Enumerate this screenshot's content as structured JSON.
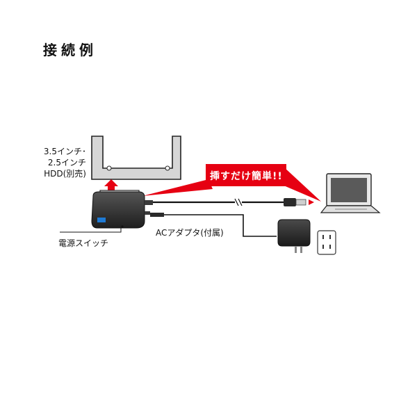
{
  "title": "接続例",
  "labels": {
    "hdd_line1": "3.5インチ･",
    "hdd_line2": "2.5インチ",
    "hdd_line3": "HDD(別売)",
    "switch": "電源スイッチ",
    "ac_adapter": "ACアダプタ(付属)"
  },
  "banner": {
    "text": "挿すだけ簡単!!"
  },
  "colors": {
    "accent_red": "#e60012",
    "adapter_dark": "#2e2e2e",
    "switch_blue": "#1e7ad4",
    "hdd_gray": "#d6d6d6"
  },
  "icons": [
    "hdd-drive-icon",
    "converter-adapter-icon",
    "laptop-icon",
    "ac-adapter-icon",
    "wall-outlet-icon",
    "usb-plug-icon"
  ]
}
